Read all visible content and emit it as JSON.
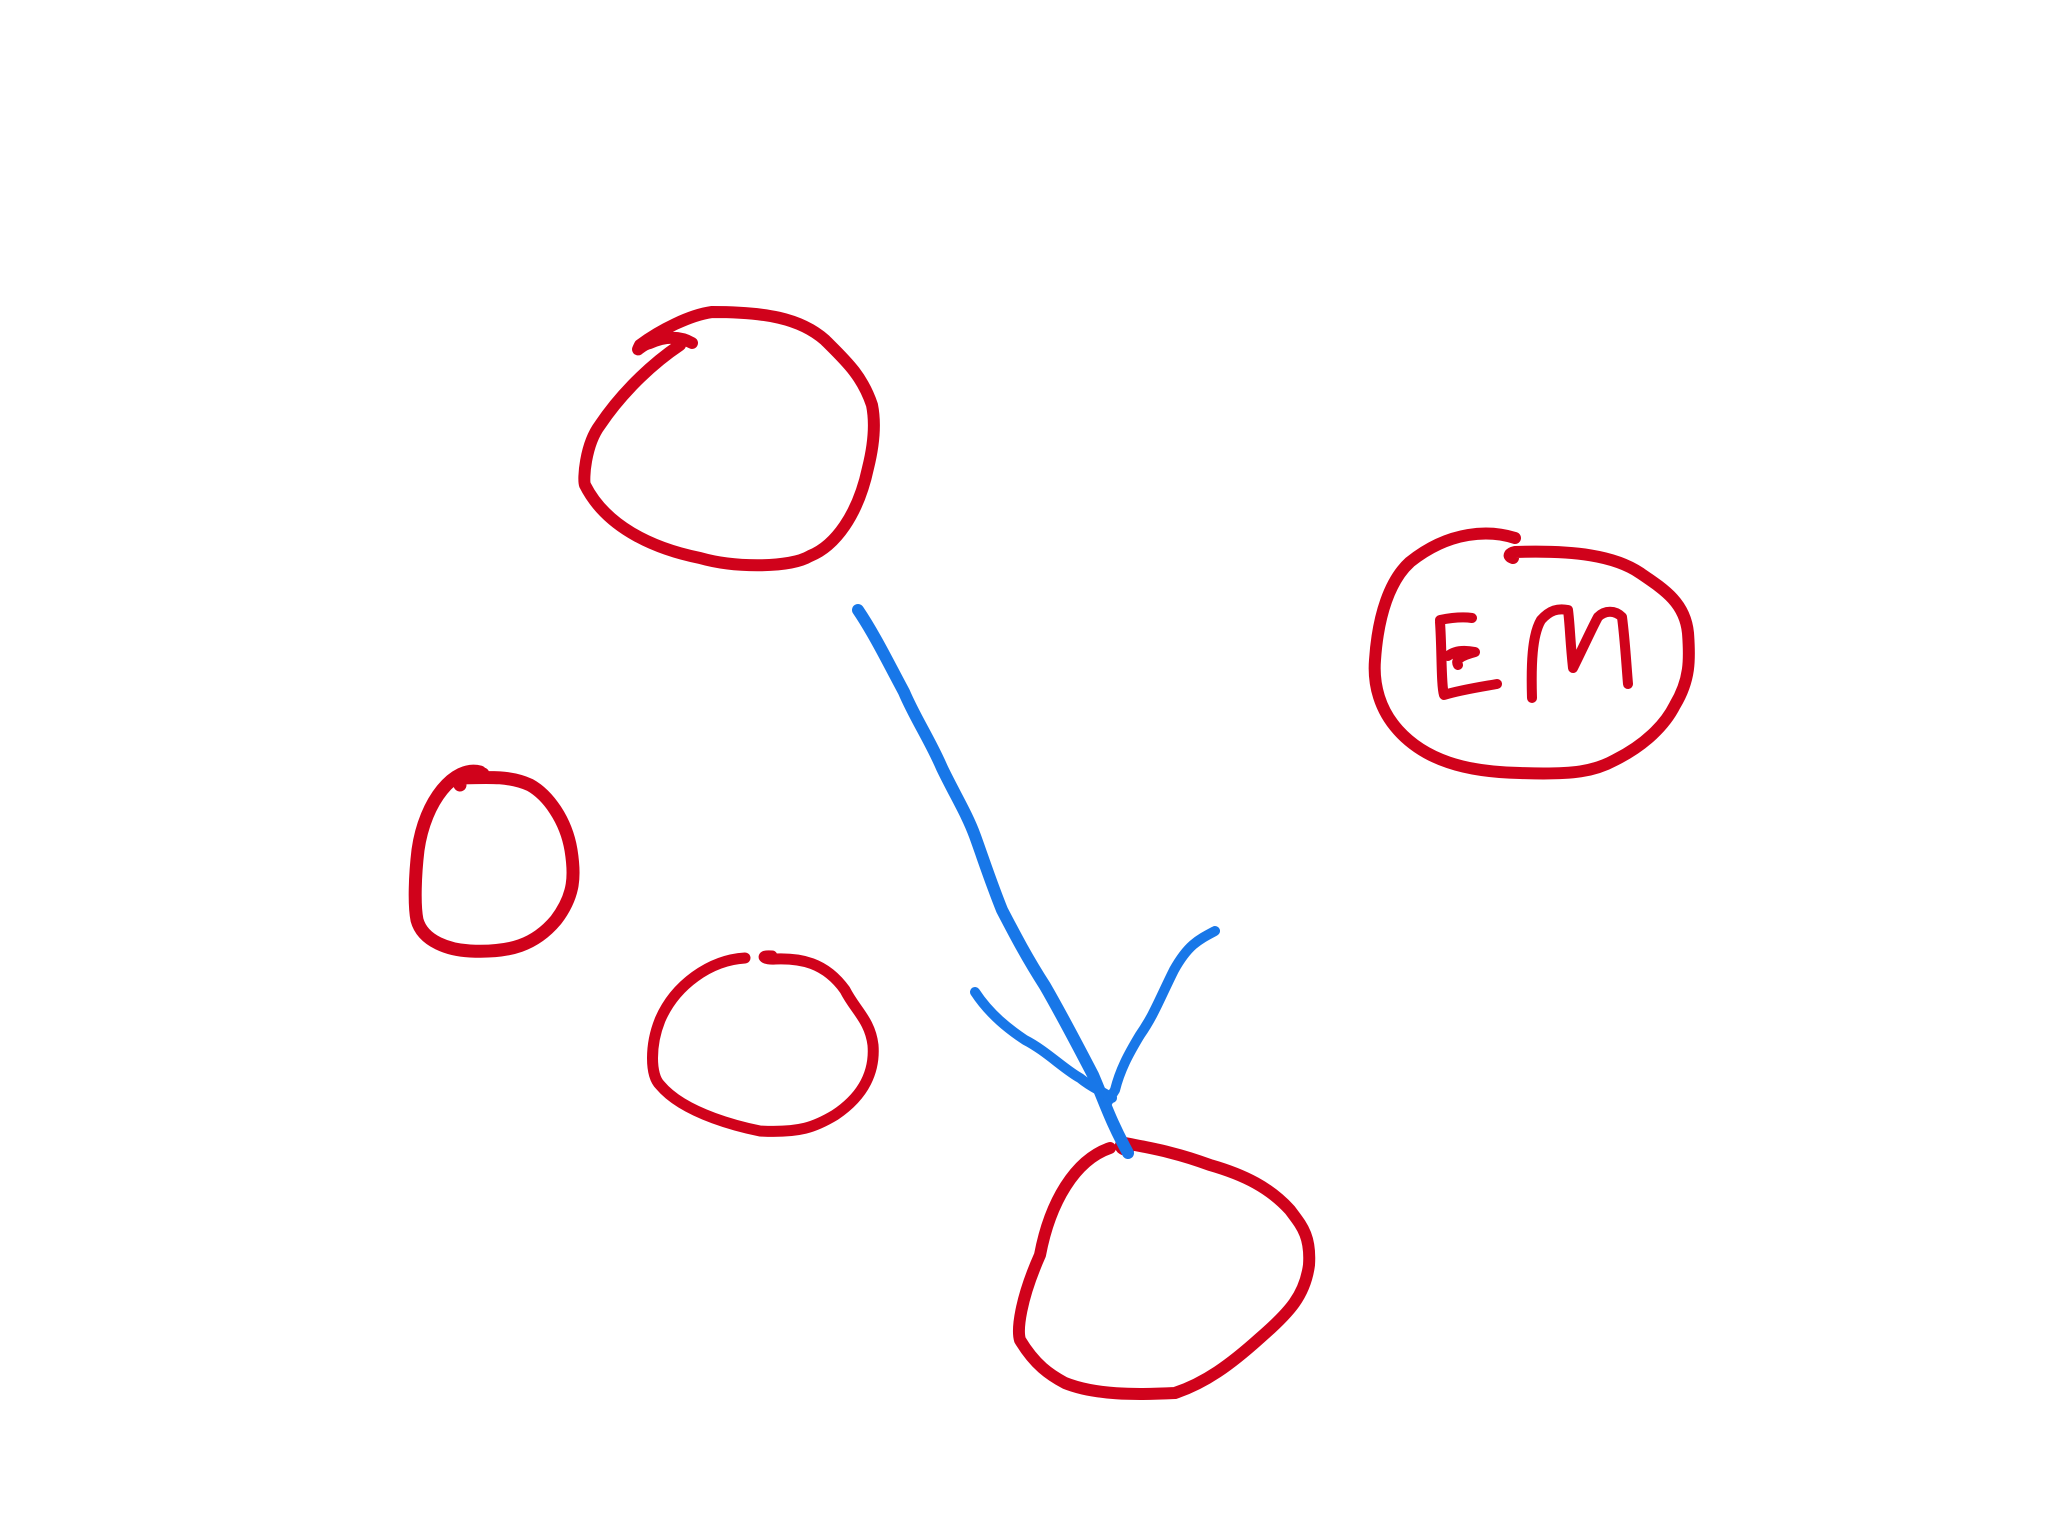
{
  "canvas": {
    "background_color": "#ffffff"
  },
  "diagram": {
    "node_color": "#d0021b",
    "arrow_color": "#1877e8",
    "nodes": [
      {
        "id": "top-node",
        "label": ""
      },
      {
        "id": "left-node",
        "label": ""
      },
      {
        "id": "middle-node",
        "label": ""
      },
      {
        "id": "target-node",
        "label": ""
      },
      {
        "id": "em-node",
        "label": "EM"
      }
    ],
    "edges": [
      {
        "from": "top-node",
        "to": "target-node"
      }
    ]
  }
}
